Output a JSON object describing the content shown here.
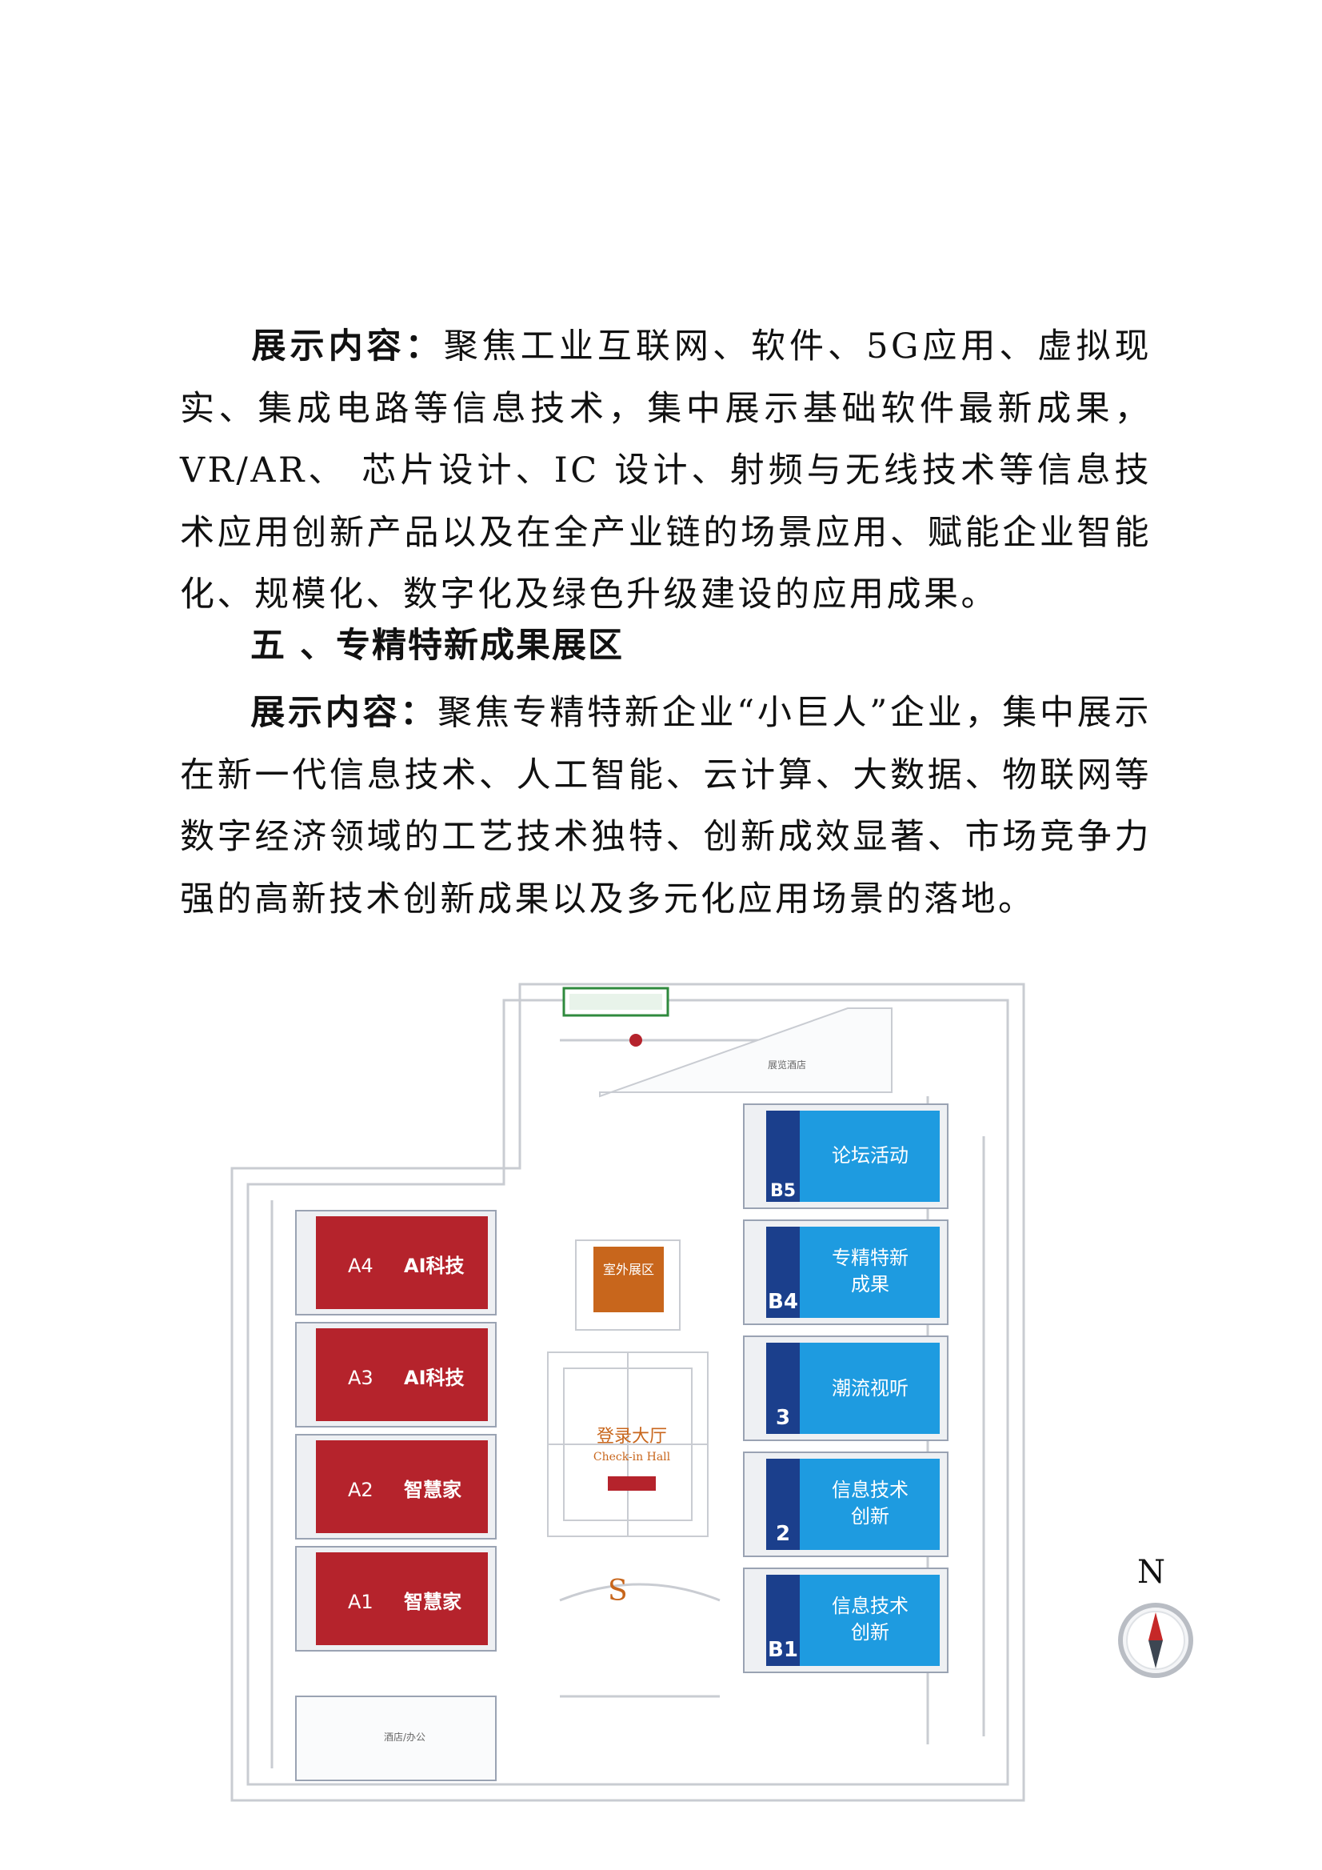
{
  "section4": {
    "lead": "展示内容：",
    "text": "聚焦工业互联网、软件、5G应用、虚拟现实、集成电路等信息技术，集中展示基础软件最新成果， VR/AR、 芯片设计、IC 设计、射频与无线技术等信息技术应用创新产品以及在全产业链的场景应用、赋能企业智能化、规模化、数字化及绿色升级建设的应用成果。"
  },
  "section5": {
    "heading": "五 、专精特新成果展区",
    "lead": "展示内容：",
    "text": "聚焦专精特新企业“小巨人”企业，集中展示在新一代信息技术、人工智能、云计算、大数据、物联网等数字经济领域的工艺技术独特、创新成效显著、市场竞争力强的高新技术创新成果以及多元化应用场景的落地。"
  },
  "map": {
    "colors": {
      "red_hall": "#b5232c",
      "blue_hall": "#1e9be0",
      "blue_dark": "#1b3f8c",
      "orange": "#c8661c",
      "line": "#c9ccd2"
    },
    "halls_a": [
      {
        "code": "A4",
        "name": "AI科技"
      },
      {
        "code": "A3",
        "name": "AI科技"
      },
      {
        "code": "A2",
        "name": "智慧家"
      },
      {
        "code": "A1",
        "name": "智慧家"
      }
    ],
    "halls_b": [
      {
        "code": "B5",
        "name1": "论坛活动",
        "name2": ""
      },
      {
        "code": "B4",
        "name1": "专精特新",
        "name2": "成果"
      },
      {
        "code": "3",
        "name1": "潮流视听",
        "name2": ""
      },
      {
        "code": "2",
        "name1": "信息技术",
        "name2": "创新"
      },
      {
        "code": "B1",
        "name1": "信息技术",
        "name2": "创新"
      }
    ],
    "outdoor": "室外展区",
    "checkin_cn": "登录大厅",
    "checkin_en": "Check-in Hall",
    "s_label": "S",
    "hotel_top": "展览酒店",
    "hotel_bottom": "酒店/办公",
    "compass_n": "N"
  }
}
